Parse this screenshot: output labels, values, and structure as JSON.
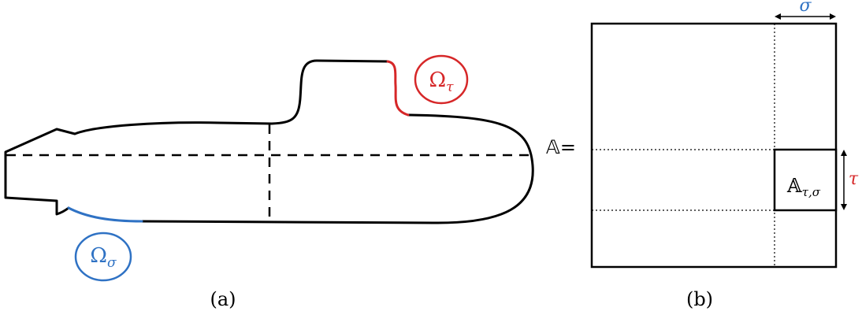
{
  "panel_a": {
    "caption": "(a)",
    "omega_tau": {
      "symbol": "Ω",
      "subscript": "τ"
    },
    "omega_sigma": {
      "symbol": "Ω",
      "subscript": "σ"
    }
  },
  "panel_b": {
    "caption": "(b)",
    "matrix_label": "𝔸=",
    "block_label": {
      "symbol": "𝔸",
      "subscript": "τ,σ"
    },
    "sigma_label": "σ",
    "tau_label": "τ"
  },
  "colors": {
    "tau": "#d62728",
    "sigma": "#2f72c4",
    "stroke": "#000000"
  }
}
